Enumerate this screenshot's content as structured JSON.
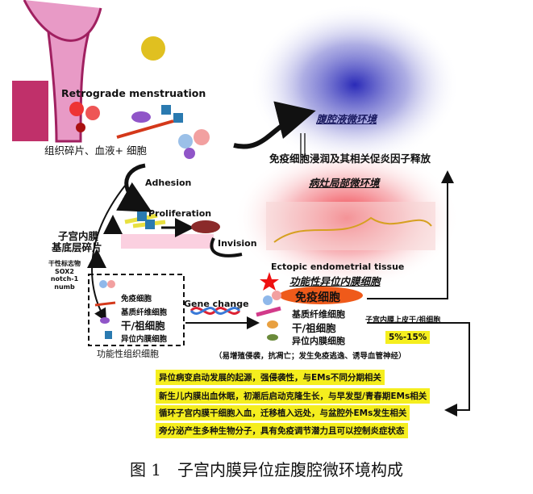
{
  "top": {
    "retrograde": "Retrograde menstruation",
    "debris": "组织碎片、血液+ 细胞"
  },
  "peritoneal": {
    "fluid_env": "腹腔液微环境",
    "release": "免疫细胞浸润及其相关促炎因子释放",
    "local_env": "病灶局部微环境"
  },
  "process": {
    "adhesion": "Adhesion",
    "proliferation": "Proliferation",
    "invision": "Invision",
    "basal_l1": "子宫内膜",
    "basal_l2": "基底层碎片"
  },
  "markers": {
    "l1": "干性标志物",
    "l2": "SOX2",
    "l3": "notch-1",
    "l4": "numb"
  },
  "functional_box": {
    "items": [
      "免疫细胞",
      "基质纤维细胞",
      "干/祖细胞",
      "异位内膜细胞"
    ],
    "caption": "功能性组织细胞"
  },
  "gene_change": "Gene change",
  "ectopic": {
    "title": "Ectopic endometrial tissue",
    "subtitle": "功能性异位内膜细胞",
    "immune": "免疫细胞",
    "items": [
      "基质纤维细胞",
      "干/祖细胞",
      "异位内膜细胞"
    ],
    "note": "（易增殖侵袭，抗凋亡；发生免疫逃逸、诱导血管神经）"
  },
  "epithelial": {
    "label": "子宫内膜上皮干/祖细胞",
    "pct": "5%-15%"
  },
  "highlights": [
    "异位病变启动发展的起源，强侵袭性，与EMs不同分期相关",
    "新生儿内膜出血休眠，初潮后启动克隆生长，与早发型/青春期EMs相关",
    "循环子宫内膜干细胞入血，迁移植入远处，与盆腔外EMs发生相关",
    "旁分泌产生多种生物分子，具有免疫调节潜力且可以控制炎症状态"
  ],
  "caption": "图 1　子宫内膜异位症腹腔微环境构成"
}
